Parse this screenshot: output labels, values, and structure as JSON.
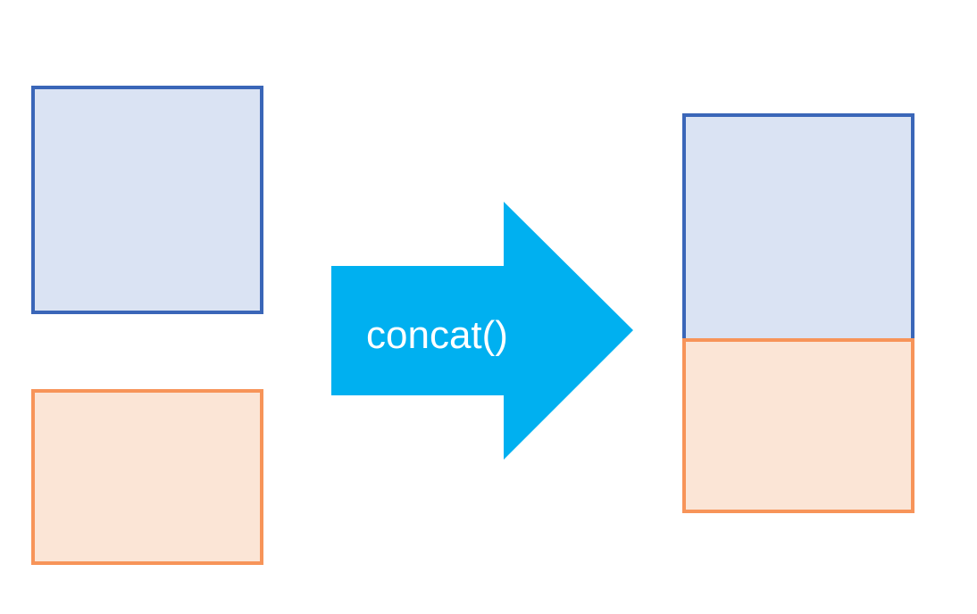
{
  "diagram": {
    "operation_label": "concat()",
    "colors": {
      "blue_border": "#3a66b8",
      "blue_fill": "#dae3f3",
      "orange_border": "#f79459",
      "orange_fill": "#fbe5d6",
      "arrow_fill": "#00b0f0",
      "arrow_text": "#ffffff",
      "background": "#ffffff"
    },
    "inputs": [
      {
        "name": "input-top-block",
        "color": "blue"
      },
      {
        "name": "input-bottom-block",
        "color": "orange"
      }
    ],
    "output": {
      "parts": [
        "blue",
        "orange"
      ]
    }
  }
}
